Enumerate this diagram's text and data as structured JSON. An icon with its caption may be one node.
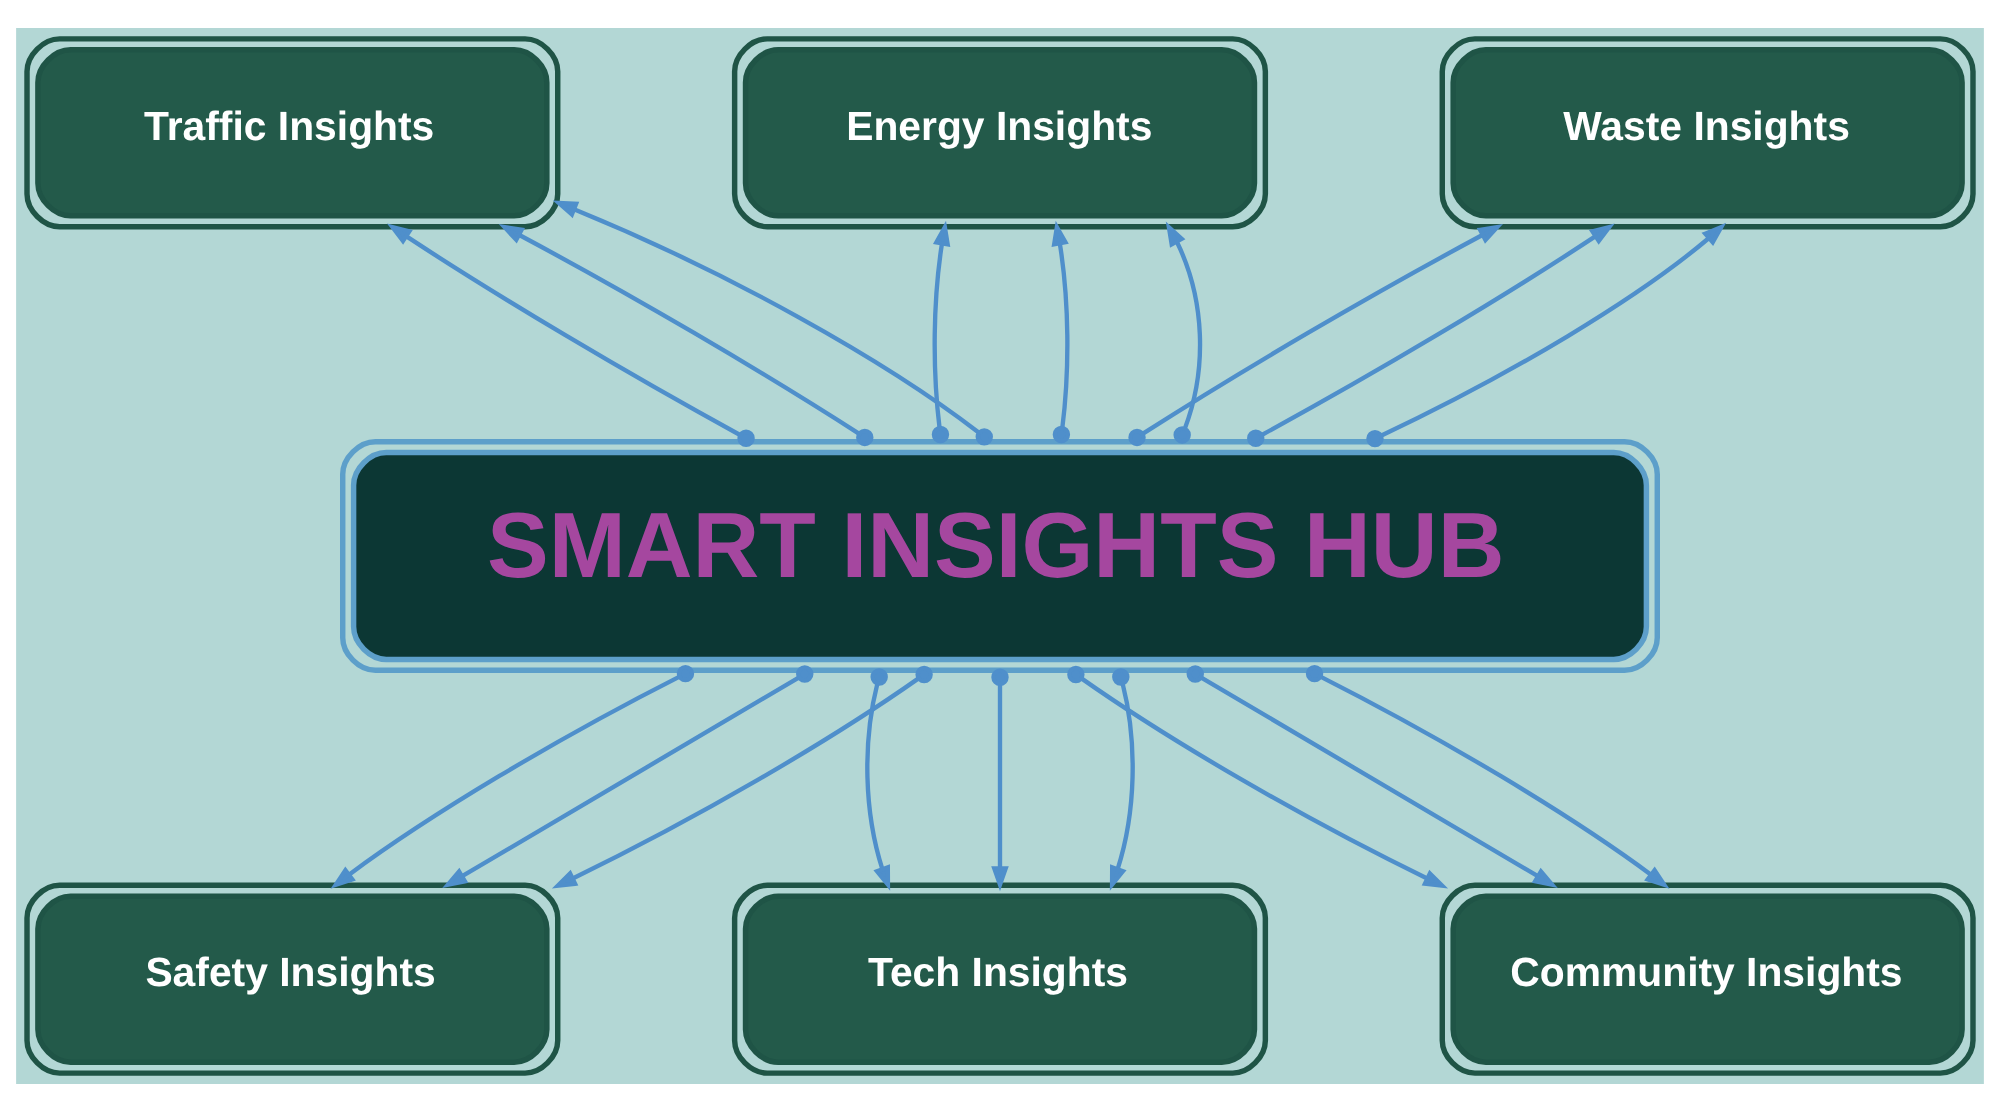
{
  "diagram": {
    "nodes": [
      {
        "text": [
          "Traffic Insights"
        ]
      },
      {
        "text": [
          "Energy Insights"
        ]
      },
      {
        "text": [
          "Waste Insights"
        ]
      },
      {
        "text": [
          "SMART INSIGHTS HUB"
        ]
      },
      {
        "text": [
          "Safety Insights"
        ]
      },
      {
        "text": [
          "Tech Insights"
        ]
      },
      {
        "text": [
          "Community Insights"
        ]
      }
    ],
    "edges": [
      {
        "from": 3,
        "to": 0,
        "arrow": "to"
      },
      {
        "from": 3,
        "to": 0,
        "arrow": "to"
      },
      {
        "from": 3,
        "to": 0,
        "arrow": "to"
      },
      {
        "from": 3,
        "to": 1,
        "arrow": "to"
      },
      {
        "from": 3,
        "to": 1,
        "arrow": "to"
      },
      {
        "from": 3,
        "to": 1,
        "arrow": "to"
      },
      {
        "from": 3,
        "to": 2,
        "arrow": "to"
      },
      {
        "from": 3,
        "to": 2,
        "arrow": "to"
      },
      {
        "from": 3,
        "to": 2,
        "arrow": "to"
      },
      {
        "from": 3,
        "to": 4,
        "arrow": "to"
      },
      {
        "from": 3,
        "to": 4,
        "arrow": "to"
      },
      {
        "from": 3,
        "to": 4,
        "arrow": "to"
      },
      {
        "from": 3,
        "to": 5,
        "arrow": "to"
      },
      {
        "from": 3,
        "to": 5,
        "arrow": "to"
      },
      {
        "from": 3,
        "to": 5,
        "arrow": "to"
      },
      {
        "from": 3,
        "to": 6,
        "arrow": "to"
      },
      {
        "from": 3,
        "to": 6,
        "arrow": "to"
      },
      {
        "from": 3,
        "to": 6,
        "arrow": "to"
      }
    ]
  }
}
